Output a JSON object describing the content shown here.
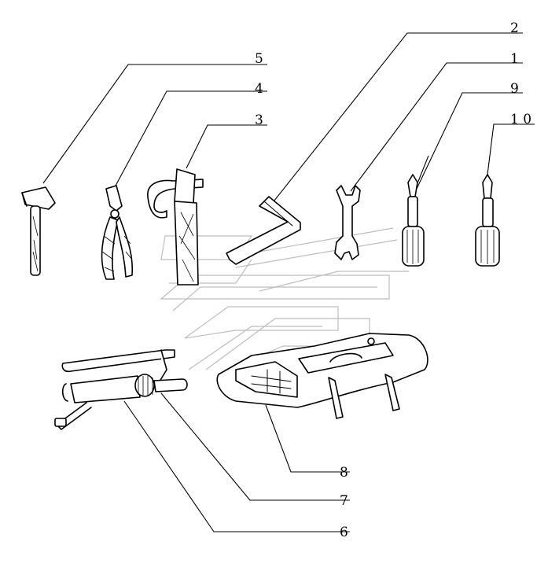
{
  "callouts": {
    "c1": "1",
    "c2": "2",
    "c3": "3",
    "c4": "4",
    "c5": "5",
    "c6": "6",
    "c7": "7",
    "c8": "8",
    "c9": "9",
    "c10": "1 0"
  },
  "parts": [
    {
      "id": "1",
      "icon": "open-end-wrench-icon"
    },
    {
      "id": "2",
      "icon": "hex-key-icon"
    },
    {
      "id": "3",
      "icon": "hammer-with-strap-icon"
    },
    {
      "id": "4",
      "icon": "pliers-icon"
    },
    {
      "id": "5",
      "icon": "hammer-icon"
    },
    {
      "id": "6",
      "icon": "grease-gun-icon"
    },
    {
      "id": "7",
      "icon": "grease-gun-lever-icon"
    },
    {
      "id": "8",
      "icon": "tool-bag-icon"
    },
    {
      "id": "9",
      "icon": "flat-screwdriver-icon"
    },
    {
      "id": "10",
      "icon": "phillips-screwdriver-icon"
    }
  ],
  "watermark": {
    "icon": "faded-logo-watermark-icon"
  }
}
